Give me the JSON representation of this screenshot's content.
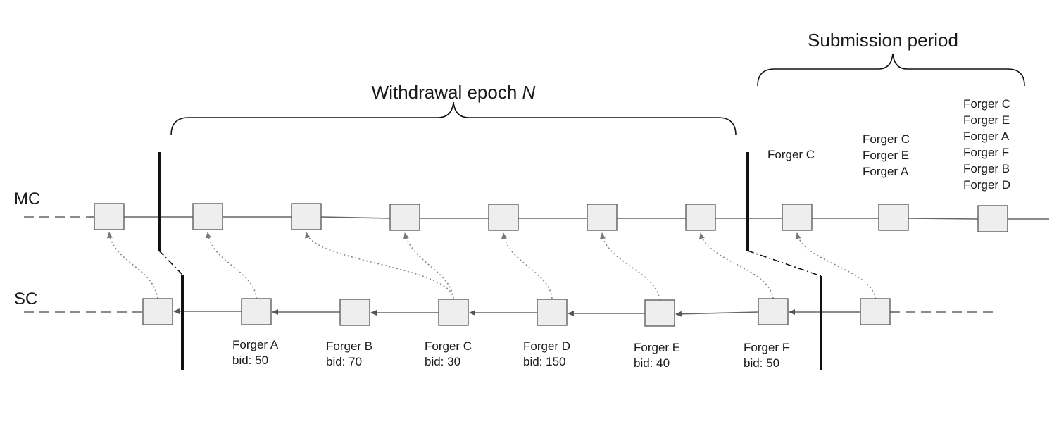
{
  "rows": {
    "mc": "MC",
    "sc": "SC"
  },
  "brackets": {
    "withdrawal": {
      "prefix": "Withdrawal epoch ",
      "suffix": "N"
    },
    "submission": "Submission period"
  },
  "sc_forgers": [
    {
      "name": "Forger A",
      "bid": "bid: 50"
    },
    {
      "name": "Forger B",
      "bid": "bid: 70"
    },
    {
      "name": "Forger C",
      "bid": "bid: 30"
    },
    {
      "name": "Forger D",
      "bid": "bid: 150"
    },
    {
      "name": "Forger E",
      "bid": "bid: 40"
    },
    {
      "name": "Forger F",
      "bid": "bid: 50"
    }
  ],
  "submission_lists": [
    [
      "Forger C"
    ],
    [
      "Forger C",
      "Forger E",
      "Forger A"
    ],
    [
      "Forger C",
      "Forger E",
      "Forger A",
      "Forger F",
      "Forger B",
      "Forger D"
    ]
  ],
  "colors": {
    "block_fill": "#eeeeee",
    "line": "#666666",
    "boundary": "#111111"
  }
}
